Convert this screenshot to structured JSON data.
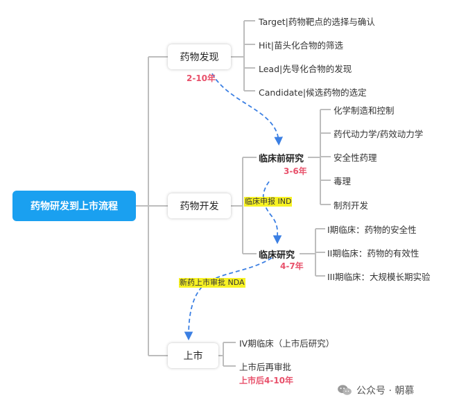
{
  "root": {
    "label": "药物研发到上市流程"
  },
  "stages": [
    {
      "label": "药物发现",
      "duration": "2-10年",
      "items": [
        "Target|药物靶点的选择与确认",
        "Hit|苗头化合物的筛选",
        "Lead|先导化合物的发现",
        "Candidate|候选药物的选定"
      ]
    },
    {
      "label": "药物开发",
      "substages": [
        {
          "label": "临床前研究",
          "duration": "3-6年",
          "items": [
            "化学制造和控制",
            "药代动力学/药效动力学",
            "安全性药理",
            "毒理",
            "制剂开发"
          ]
        },
        {
          "label": "临床研究",
          "duration": "4-7年",
          "items": [
            "I期临床：药物的安全性",
            "II期临床：药物的有效性",
            "III期临床：大规模长期实验"
          ]
        }
      ]
    },
    {
      "label": "上市",
      "items": [
        "IV期临床（上市后研究）",
        "上市后再审批"
      ],
      "duration": "上市后4-10年"
    }
  ],
  "milestones": [
    "临床申报 IND",
    "新药上市审批 NDA"
  ],
  "colors": {
    "root_fill": "#1aa0f0",
    "connector": "#bdbdbd",
    "flow_arrow": "#3b7fe3",
    "duration_text": "#e8516b",
    "highlight": "#f7f223"
  },
  "watermark": {
    "text": "公众号 · 朝慕",
    "icon": "wechat-icon"
  }
}
